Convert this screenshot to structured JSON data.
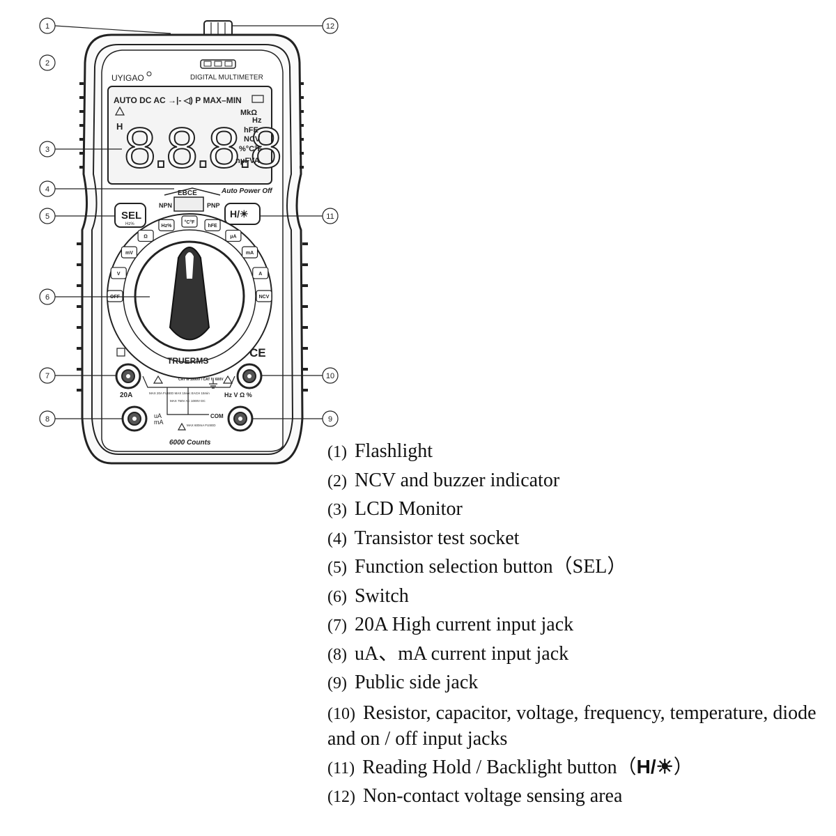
{
  "device": {
    "brand": "UYIGAO",
    "model_label": "DIGITAL MULTIMETER",
    "lcd_top": "AUTO  DC AC  →|-  ◁)  P  MAX–MIN",
    "lcd_digits": "8.8.8.8",
    "lcd_hold": "H",
    "lcd_units": [
      "MkΩ",
      "Hz",
      "hFE",
      "NCV",
      "%°C°F",
      "nμFVA"
    ],
    "socket_label": "EBCE",
    "npn": "NPN",
    "pnp": "PNP",
    "auto_power_off": "Auto Power Off",
    "sel_button": "SEL",
    "sel_sub": "Hz%",
    "hold_button": "H/☀",
    "dial_positions": [
      "OFF",
      "V",
      "mV",
      "Ω",
      "Hz%",
      "°C°F",
      "hFE",
      "μA",
      "mA",
      "A",
      "NCV"
    ],
    "truerms": "TRUERMS",
    "ce_mark": "CE",
    "jack_20a": "20A",
    "jack_ua_ma": [
      "uA",
      "mA"
    ],
    "jack_com": "COM",
    "jack_vohm": "Hz V Ω %",
    "cat_rating": "CAT III 1000V / CAT IV 600V",
    "fuse_20a": "MAX 20A FUSED MAX 15sec EACH 15min",
    "max_voltage": "MAX 750V AC 1000V DC",
    "fuse_ma": "MAX 600mA FUSED",
    "counts": "6000 Counts"
  },
  "callouts": [
    "1",
    "2",
    "3",
    "4",
    "5",
    "6",
    "7",
    "8",
    "9",
    "10",
    "11",
    "12"
  ],
  "legend": [
    {
      "num": "(1)",
      "text": "Flashlight"
    },
    {
      "num": "(2)",
      "text": "NCV and buzzer indicator"
    },
    {
      "num": "(3)",
      "text": "LCD Monitor"
    },
    {
      "num": "(4)",
      "text": "Transistor test socket"
    },
    {
      "num": "(5)",
      "text": "Function selection button（SEL）"
    },
    {
      "num": "(6)",
      "text": "Switch"
    },
    {
      "num": "(7)",
      "text": "20A High current input jack"
    },
    {
      "num": "(8)",
      "text": "uA、mA current input jack"
    },
    {
      "num": "(9)",
      "text": "Public side jack"
    },
    {
      "num": "(10)",
      "text": "Resistor, capacitor, voltage, frequency, temperature, diode and on / off input jacks"
    },
    {
      "num": "(11)",
      "text": "Reading Hold / Backlight button（",
      "icon": "H/☀",
      "suffix": "）"
    },
    {
      "num": "(12)",
      "text": "Non-contact voltage sensing area"
    }
  ]
}
